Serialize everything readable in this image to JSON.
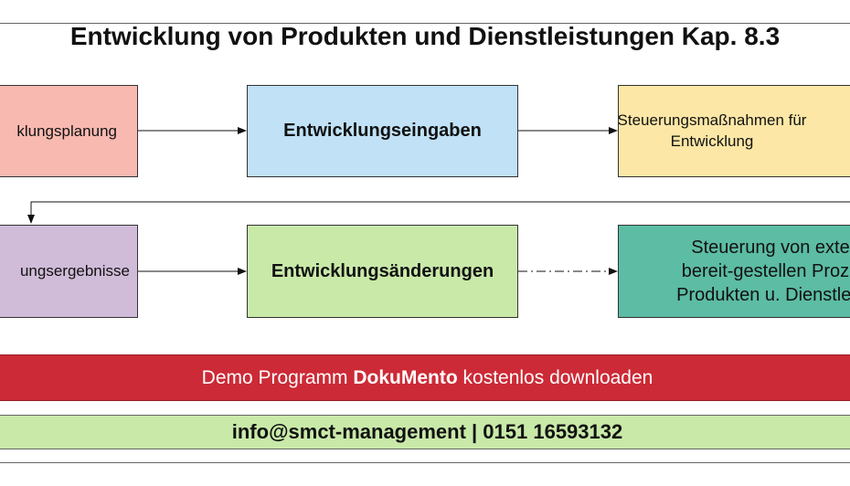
{
  "title": "Entwicklung von Produkten und Dienstleistungen Kap. 8.3",
  "boxes": {
    "planung": "klungsplanung",
    "eingaben": "Entwicklungseingaben",
    "steuerung_line1": "Steuerungsmaßnahmen für",
    "steuerung_line2": "Entwicklung",
    "ergebnisse": "ungsergebnisse",
    "aenderungen": "Entwicklungsänderungen",
    "extern_line1": "Steuerung von exte",
    "extern_line2": "bereit-gestellen Proze",
    "extern_line3": "Produkten u. Dienstleis"
  },
  "colors": {
    "planung": "#f8b9b1",
    "eingaben": "#c0e1f6",
    "steuerung": "#fce7a6",
    "ergebnisse": "#d0bcd9",
    "aenderungen": "#c9e9a9",
    "extern": "#5cbca4",
    "banner_red": "#cc2a36",
    "banner_green": "#c9e9a9"
  },
  "banner_red": {
    "pre": "Demo Programm ",
    "brand": "DokuMento",
    "post": " kostenlos downloaden"
  },
  "banner_green": {
    "text": "info@smct-management | 0151 16593132"
  }
}
